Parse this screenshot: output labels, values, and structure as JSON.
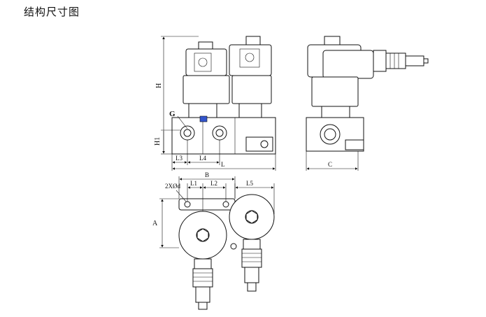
{
  "header": {
    "title": "结构尺寸图"
  },
  "dimensions": {
    "H": "H",
    "H1": "H1",
    "G": "G",
    "L3": "L3",
    "L4": "L4",
    "L": "L",
    "C": "C",
    "B": "B",
    "holes": "2XØd",
    "L1": "L1",
    "L2": "L2",
    "L5": "L5",
    "A": "A"
  },
  "colors": {
    "line": "#111111",
    "accent": "#3355cc"
  }
}
